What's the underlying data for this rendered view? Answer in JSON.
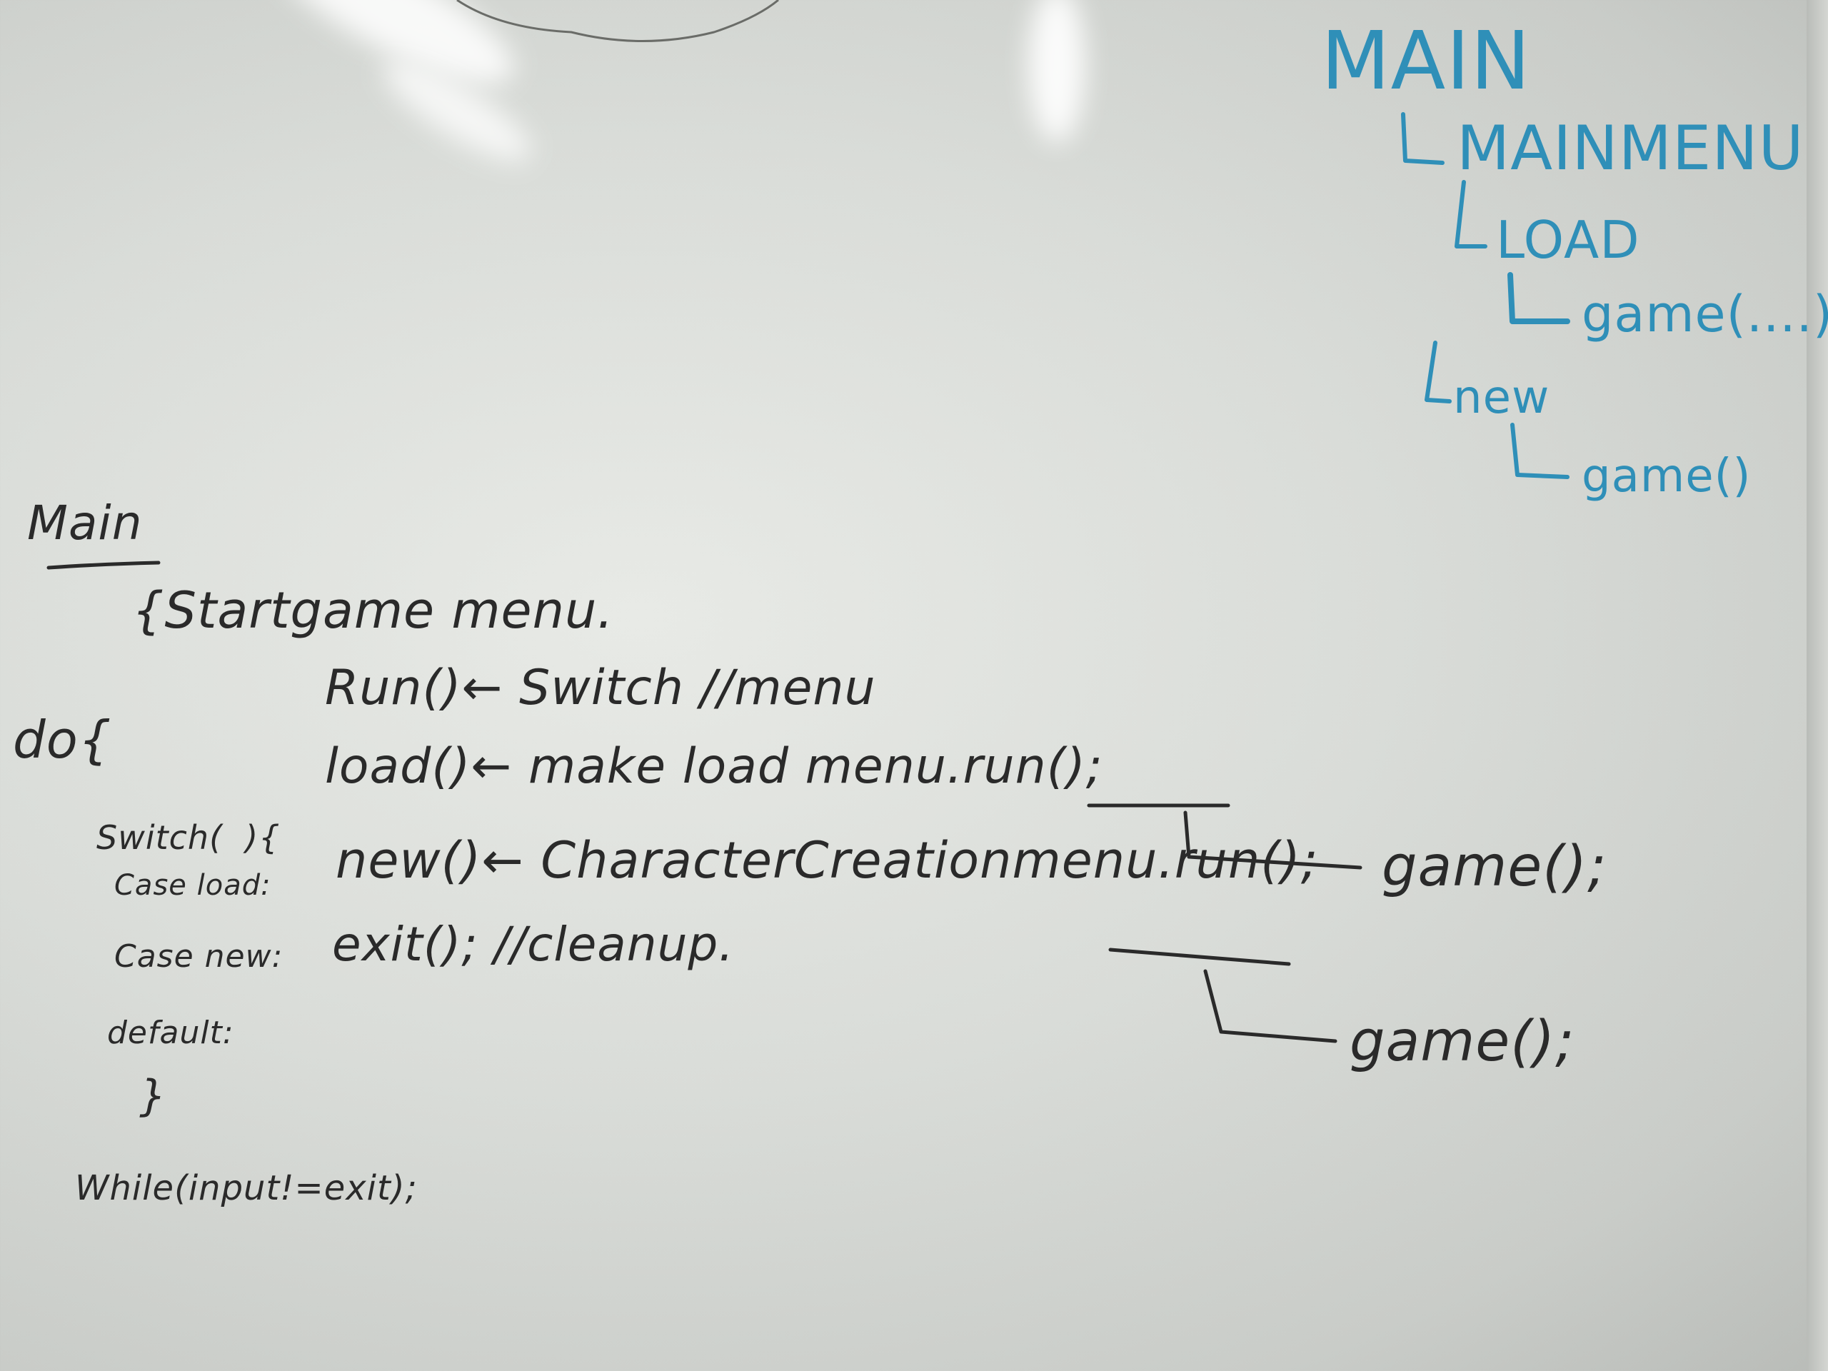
{
  "black_notes": {
    "main_heading": "Main",
    "startgame": "{Startgame menu.",
    "run_line": "Run()← Switch //menu",
    "do_label": "do{",
    "load_line": "load()← make load menu.run();",
    "switch_label": "Switch(  ){",
    "new_line": "new()← CharacterCreationmenu.run();",
    "case_load": "Case load:",
    "case_new": "Case new:",
    "exit_line": "exit(); //cleanup.",
    "default_label": "default:",
    "close_brace": "}",
    "while_line": "While(input!=exit);",
    "game_call_1": "game();",
    "game_call_2": "game();"
  },
  "blue_tree": {
    "root": "MAIN",
    "mainmenu": "MAINMENU",
    "load": "LOAD",
    "load_game": "game(....)",
    "new": "new",
    "new_game": "game()"
  },
  "colors": {
    "marker_black": "#2a2a2a",
    "marker_blue": "#2f8fb8",
    "board": "#dfe1dd"
  }
}
